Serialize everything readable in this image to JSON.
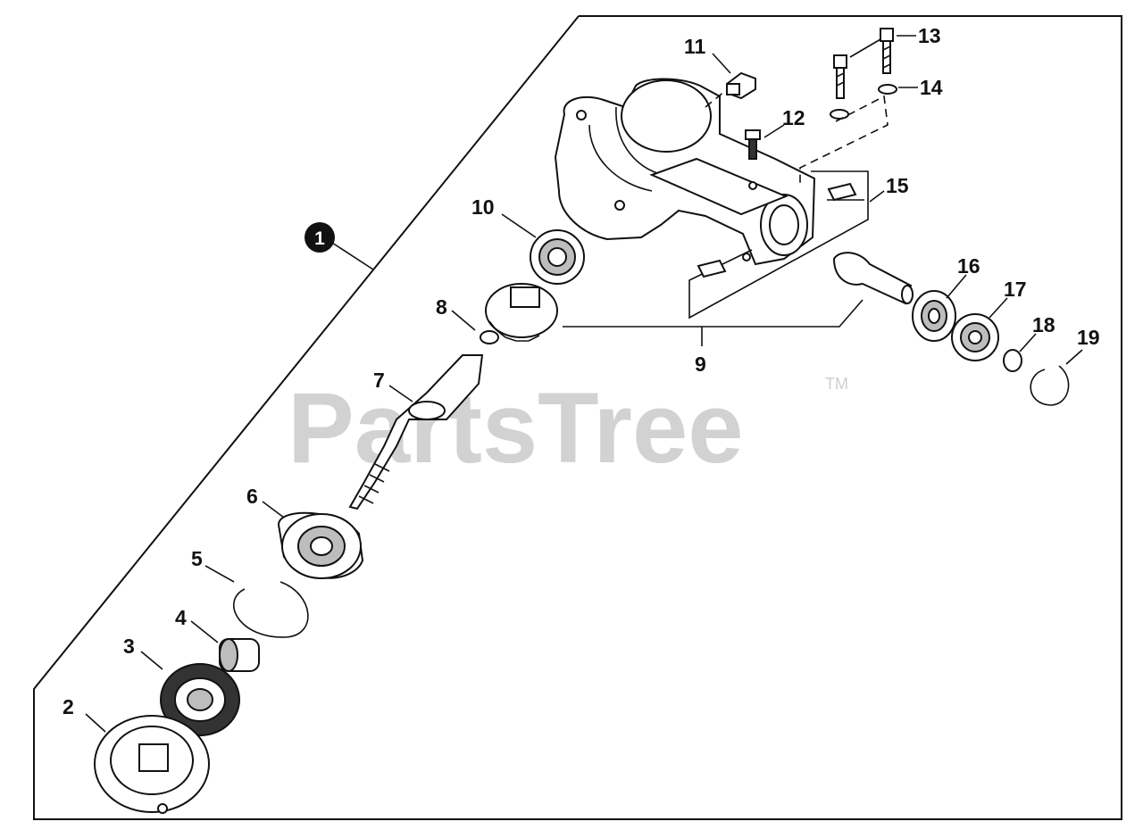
{
  "watermark": {
    "text": "PartsTree",
    "trademark": "TM"
  },
  "assembly_label": "1",
  "labels": {
    "p2": "2",
    "p3": "3",
    "p4": "4",
    "p5": "5",
    "p6": "6",
    "p7": "7",
    "p8": "8",
    "p9": "9",
    "p10": "10",
    "p11": "11",
    "p12": "12",
    "p13": "13",
    "p14": "14",
    "p15": "15",
    "p16": "16",
    "p17": "17",
    "p18": "18",
    "p19": "19"
  }
}
